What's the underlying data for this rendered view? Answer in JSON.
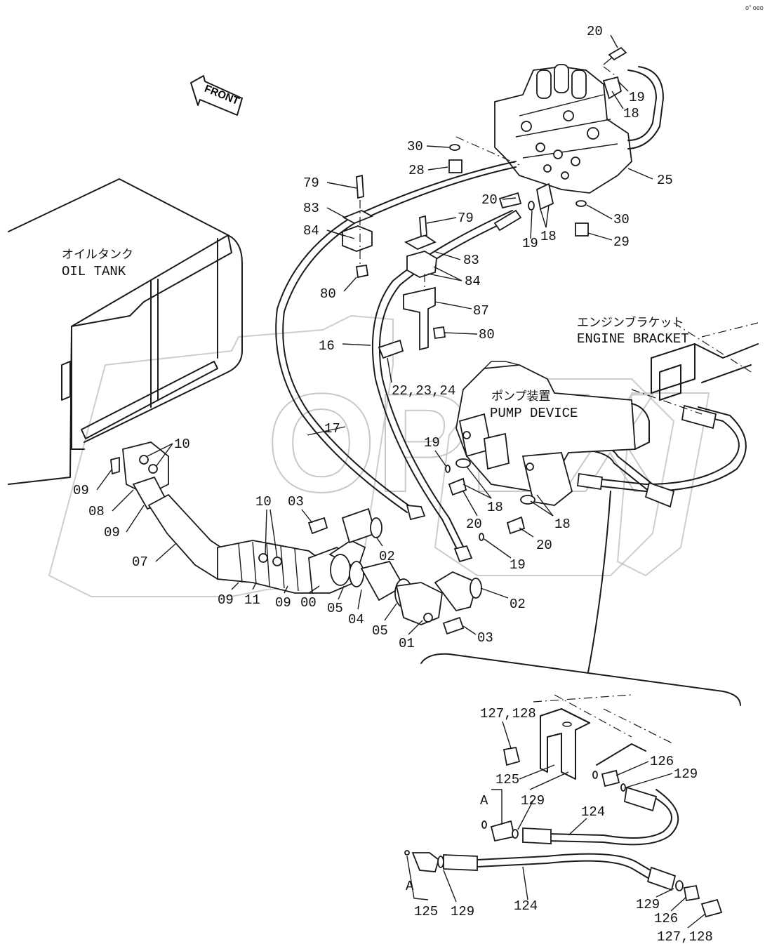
{
  "watermark": "OPEX",
  "corner_mark": "o\" oeo",
  "front_arrow_label": "FRONT",
  "oil_tank": {
    "jp": "オイルタンク",
    "en": "OIL TANK"
  },
  "pump_device": {
    "jp": "ポンプ装置",
    "en": "PUMP DEVICE"
  },
  "engine_bracket": {
    "jp": "エンジンブラケット",
    "en": "ENGINE BRACKET"
  },
  "callouts": {
    "c20_top": "20",
    "c19_top": "19",
    "c18_top": "18",
    "c30_a": "30",
    "c28": "28",
    "c25": "25",
    "c79_a": "79",
    "c83_a": "83",
    "c84_a": "84",
    "c80_a": "80",
    "c20_mid": "20",
    "c19_mid": "19",
    "c18_mid": "18",
    "c30_b": "30",
    "c29": "29",
    "c79_b": "79",
    "c83_b": "83",
    "c84_b": "84",
    "c87": "87",
    "c80_b": "80",
    "c16": "16",
    "c22_24": "22,23,24",
    "c17": "17",
    "c10_a": "10",
    "c09_a": "09",
    "c08": "08",
    "c09_b": "09",
    "c07": "07",
    "c10_b": "10",
    "c03_a": "03",
    "c02_a": "02",
    "c09_c": "09",
    "c11": "11",
    "c09_d": "09",
    "c00": "00",
    "c05_a": "05",
    "c04": "04",
    "c05_b": "05",
    "c01": "01",
    "c03_b": "03",
    "c02_b": "02",
    "c19_p1": "19",
    "c18_p1": "18",
    "c20_p1": "20",
    "c18_p2": "18",
    "c20_p2": "20",
    "c19_p2": "19",
    "d127_a": "127,128",
    "d126_a": "126",
    "d129_a": "129",
    "d125_a": "125",
    "d129_b": "129",
    "d124_a": "124",
    "dA_a": "A",
    "dA_b": "A",
    "d124_b": "124",
    "d125_b": "125",
    "d129_c": "129",
    "d129_d": "129",
    "d126_b": "126",
    "d127_b": "127,128"
  }
}
